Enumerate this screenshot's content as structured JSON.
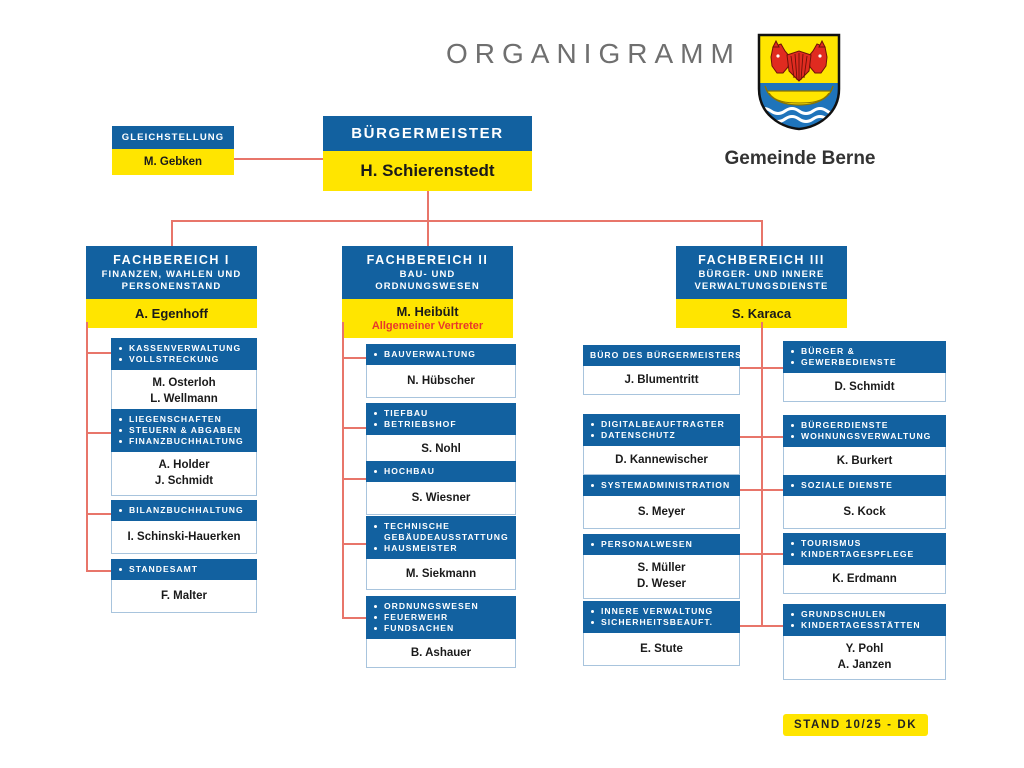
{
  "page": {
    "title": "ORGANIGRAMM",
    "municipality": "Gemeinde Berne",
    "footer_badge": "STAND 10/25 - DK",
    "crest_name": "berne-coat-of-arms"
  },
  "colors": {
    "blue": "#1261a0",
    "yellow": "#ffe500",
    "connector": "#e8756a",
    "accent_red": "#e8392b",
    "title_gray": "#6f6f6f"
  },
  "top": {
    "mayor": {
      "header": "BÜRGERMEISTER",
      "name": "H. Schierenstedt"
    },
    "equality": {
      "header": "GLEICHSTELLUNG",
      "name": "M. Gebken"
    }
  },
  "departments": [
    {
      "id": "fb1",
      "title": "FACHBEREICH I",
      "subtitle": "FINANZEN, WAHLEN UND PERSONENSTAND",
      "lead": "A. Egenhoff",
      "lead_note": "",
      "units": [
        {
          "topics": [
            "KASSENVERWALTUNG",
            "VOLLSTRECKUNG"
          ],
          "staff": [
            "M. Osterloh",
            "L. Wellmann"
          ]
        },
        {
          "topics": [
            "LIEGENSCHAFTEN",
            "STEUERN & ABGABEN",
            "FINANZBUCHHALTUNG"
          ],
          "staff": [
            "A. Holder",
            "J. Schmidt"
          ]
        },
        {
          "topics": [
            "BILANZBUCHHALTUNG"
          ],
          "staff": [
            "I. Schinski-Hauerken"
          ]
        },
        {
          "topics": [
            "STANDESAMT"
          ],
          "staff": [
            "F. Malter"
          ]
        }
      ]
    },
    {
      "id": "fb2",
      "title": "FACHBEREICH II",
      "subtitle": "BAU- UND ORDNUNGSWESEN",
      "lead": "M. Heibült",
      "lead_note": "Allgemeiner Vertreter",
      "units": [
        {
          "topics": [
            "BAUVERWALTUNG"
          ],
          "staff": [
            "N. Hübscher"
          ]
        },
        {
          "topics": [
            "TIEFBAU",
            "BETRIEBSHOF"
          ],
          "staff": [
            "S. Nohl"
          ]
        },
        {
          "topics": [
            "HOCHBAU"
          ],
          "staff": [
            "S. Wiesner"
          ]
        },
        {
          "topics": [
            "TECHNISCHE GEBÄUDEAUSSTATTUNG",
            "HAUSMEISTER"
          ],
          "staff": [
            "M. Siekmann"
          ]
        },
        {
          "topics": [
            "ORDNUNGSWESEN",
            "FEUERWEHR",
            "FUNDSACHEN"
          ],
          "staff": [
            "B. Ashauer"
          ]
        }
      ]
    },
    {
      "id": "fb3",
      "title": "FACHBEREICH III",
      "subtitle": "BÜRGER- UND INNERE VERWALTUNGSDIENSTE",
      "lead": "S. Karaca",
      "lead_note": "",
      "units_left": [
        {
          "topics": [
            "BÜRO DES BÜRGERMEISTERS"
          ],
          "bulleted": false,
          "staff": [
            "J. Blumentritt"
          ]
        },
        {
          "topics": [
            "DIGITALBEAUFTRAGTER",
            "DATENSCHUTZ"
          ],
          "bulleted": true,
          "staff": [
            "D. Kannewischer"
          ]
        },
        {
          "topics": [
            "SYSTEMADMINISTRATION"
          ],
          "bulleted": true,
          "staff": [
            "S. Meyer"
          ]
        },
        {
          "topics": [
            "PERSONALWESEN"
          ],
          "bulleted": true,
          "staff": [
            "S. Müller",
            "D. Weser"
          ]
        },
        {
          "topics": [
            "INNERE VERWALTUNG",
            "SICHERHEITSBEAUFT."
          ],
          "bulleted": true,
          "staff": [
            "E. Stute"
          ]
        }
      ],
      "units_right": [
        {
          "topics": [
            "BÜRGER &",
            "GEWERBEDIENSTE"
          ],
          "bulleted": "first",
          "staff": [
            "D. Schmidt"
          ]
        },
        {
          "topics": [
            "BÜRGERDIENSTE",
            "WOHNUNGSVERWALTUNG"
          ],
          "bulleted": true,
          "staff": [
            "K. Burkert"
          ]
        },
        {
          "topics": [
            "SOZIALE DIENSTE"
          ],
          "bulleted": true,
          "staff": [
            "S. Kock"
          ]
        },
        {
          "topics": [
            "TOURISMUS",
            "KINDERTAGESPFLEGE"
          ],
          "bulleted": true,
          "staff": [
            "K. Erdmann"
          ]
        },
        {
          "topics": [
            "GRUNDSCHULEN",
            "KINDERTAGESSTÄTTEN"
          ],
          "bulleted": true,
          "staff": [
            "Y. Pohl",
            "A. Janzen"
          ]
        }
      ]
    }
  ]
}
